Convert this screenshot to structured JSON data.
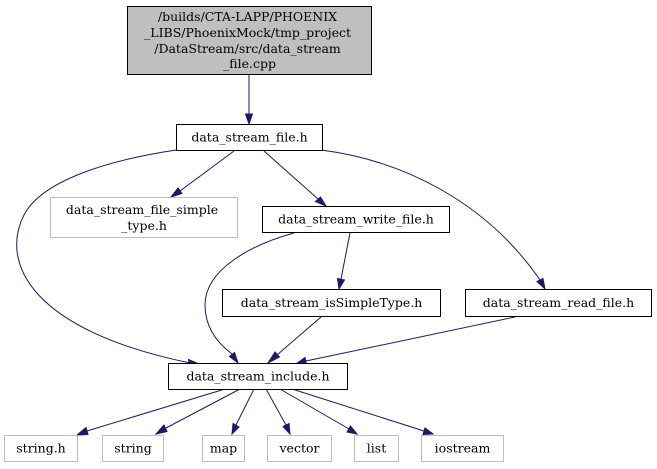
{
  "nodes": {
    "source_file": {
      "lines": [
        "/builds/CTA-LAPP/PHOENIX",
        "_LIBS/PhoenixMock/tmp_project",
        "/DataStream/src/data_stream",
        "_file.cpp"
      ]
    },
    "data_stream_file_h": {
      "lines": [
        "data_stream_file.h"
      ]
    },
    "data_stream_file_simple_type_h": {
      "lines": [
        "data_stream_file_simple",
        "_type.h"
      ]
    },
    "data_stream_write_file_h": {
      "lines": [
        "data_stream_write_file.h"
      ]
    },
    "data_stream_isSimpleType_h": {
      "lines": [
        "data_stream_isSimpleType.h"
      ]
    },
    "data_stream_read_file_h": {
      "lines": [
        "data_stream_read_file.h"
      ]
    },
    "data_stream_include_h": {
      "lines": [
        "data_stream_include.h"
      ]
    },
    "string_h": {
      "lines": [
        "string.h"
      ]
    },
    "string": {
      "lines": [
        "string"
      ]
    },
    "map": {
      "lines": [
        "map"
      ]
    },
    "vector": {
      "lines": [
        "vector"
      ]
    },
    "list": {
      "lines": [
        "list"
      ]
    },
    "iostream": {
      "lines": [
        "iostream"
      ]
    }
  },
  "colors": {
    "edge": "#191970",
    "main_fill": "#bfbfbf",
    "gray_border": "#bfbfbf"
  }
}
